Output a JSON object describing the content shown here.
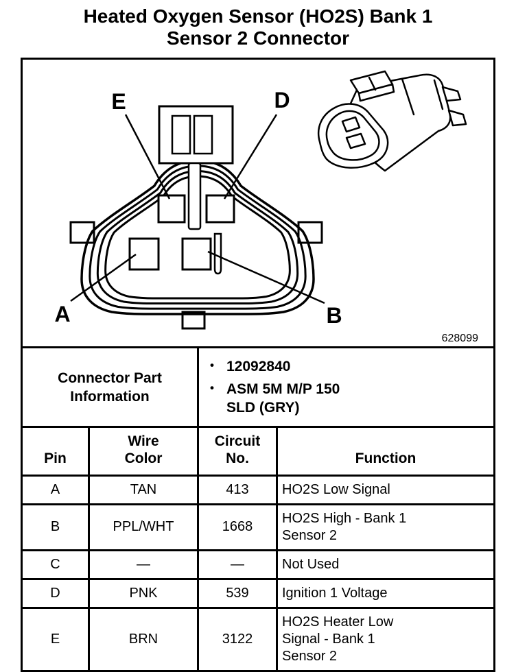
{
  "title": {
    "line1": "Heated Oxygen Sensor (HO2S) Bank 1",
    "line2": "Sensor 2 Connector"
  },
  "diagram": {
    "figure_number": "628099",
    "labels": {
      "pin_a": "A",
      "pin_b": "B",
      "pin_d": "D",
      "pin_e": "E"
    }
  },
  "part_info": {
    "bullet": "•",
    "label": "Connector Part\nInformation",
    "items": [
      "12092840",
      "ASM 5M M/P 150\nSLD (GRY)"
    ]
  },
  "pin_table": {
    "headers": {
      "pin": "Pin",
      "wire_color": "Wire\nColor",
      "circuit_no": "Circuit\nNo.",
      "function": "Function"
    },
    "rows": [
      {
        "pin": "A",
        "wire_color": "TAN",
        "circuit_no": "413",
        "function": "HO2S Low Signal"
      },
      {
        "pin": "B",
        "wire_color": "PPL/WHT",
        "circuit_no": "1668",
        "function": "HO2S High - Bank 1\nSensor 2"
      },
      {
        "pin": "C",
        "wire_color": "—",
        "circuit_no": "—",
        "function": "Not Used"
      },
      {
        "pin": "D",
        "wire_color": "PNK",
        "circuit_no": "539",
        "function": "Ignition 1 Voltage"
      },
      {
        "pin": "E",
        "wire_color": "BRN",
        "circuit_no": "3122",
        "function": "HO2S Heater Low\nSignal - Bank 1\nSensor 2"
      }
    ]
  },
  "colors": {
    "ink": "#000000",
    "paper": "#ffffff"
  }
}
